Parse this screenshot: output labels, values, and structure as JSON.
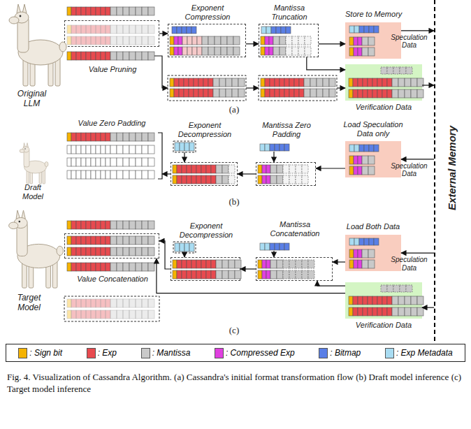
{
  "diagram": {
    "caption": "Fig. 4. Visualization of Cassandra Algorithm. (a) Cassandra's initial format transformation flow (b) Draft model inference (c) Target model inference",
    "nodes": [
      {
        "text": [
          "Value Pruning"
        ]
      },
      {
        "text": [
          "Exponent Compression"
        ]
      },
      {
        "text": [
          "Mantissa Truncation"
        ]
      },
      {
        "text": [
          "Store to Memory"
        ]
      },
      {
        "text": [
          "Verification Data"
        ]
      },
      {
        "text": [
          "Value Zero Padding"
        ]
      },
      {
        "text": [
          "Exponent Decompression"
        ]
      },
      {
        "text": [
          "Mantissa Zero Padding"
        ]
      },
      {
        "text": [
          "Load Speculation Data only"
        ]
      },
      {
        "text": [
          "Value Concatenation"
        ]
      },
      {
        "text": [
          "Exponent Decompression"
        ]
      },
      {
        "text": [
          "Mantissa Concatenation"
        ]
      },
      {
        "text": [
          "Load Both Data"
        ]
      },
      {
        "text": [
          "Verification Data"
        ]
      },
      {
        "text": [
          "External Memory"
        ]
      }
    ],
    "edges": [
      {
        "from": 0,
        "to": 1,
        "arrow": "to"
      },
      {
        "from": 1,
        "to": 2,
        "arrow": "to"
      },
      {
        "from": 2,
        "to": 3,
        "arrow": "to"
      },
      {
        "from": 2,
        "to": 4,
        "arrow": "to"
      },
      {
        "from": 3,
        "to": 14,
        "label": "Speculation Data",
        "arrow": "to"
      },
      {
        "from": 4,
        "to": 14,
        "arrow": "to"
      },
      {
        "from": 14,
        "to": 8,
        "label": "Speculation Data",
        "arrow": "to"
      },
      {
        "from": 8,
        "to": 7,
        "arrow": "to"
      },
      {
        "from": 7,
        "to": 6,
        "arrow": "to"
      },
      {
        "from": 6,
        "to": 5,
        "arrow": "to"
      },
      {
        "from": 14,
        "to": 12,
        "label": "Speculation Data",
        "arrow": "to"
      },
      {
        "from": 14,
        "to": 13,
        "arrow": "to"
      },
      {
        "from": 12,
        "to": 11,
        "arrow": "to"
      },
      {
        "from": 13,
        "to": 11,
        "arrow": "to"
      },
      {
        "from": 11,
        "to": 10,
        "arrow": "to"
      },
      {
        "from": 10,
        "to": 9,
        "arrow": "to"
      },
      {
        "from": 13,
        "to": 9,
        "arrow": "to"
      }
    ],
    "labels": [
      "Original LLM",
      "(a)",
      "Draft Model",
      "(b)",
      "Target Model",
      "(c)"
    ],
    "legend": [
      {
        "text": ": Sign bit",
        "color": "#f5b301"
      },
      {
        "text": ": Exp",
        "color": "#e84a4f"
      },
      {
        "text": ": Mantissa",
        "color": "#c9c9c9"
      },
      {
        "text": ": Compressed Exp",
        "color": "#e040e0"
      },
      {
        "text": ": Bitmap",
        "color": "#5a7fe6"
      },
      {
        "text": ": Exp Metadata",
        "color": "#a9dcf2"
      }
    ]
  }
}
